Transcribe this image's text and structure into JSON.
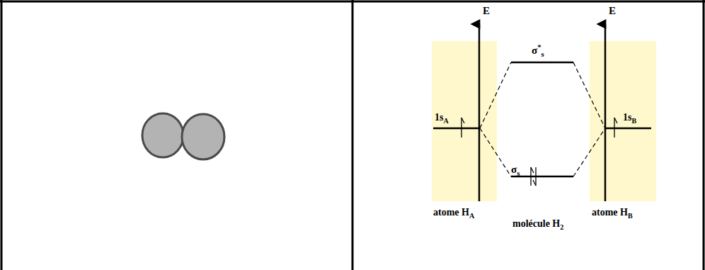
{
  "diagram": {
    "labels": [
      "E",
      "E",
      "σ*s",
      "1sA",
      "1sB",
      "σs",
      "atome HA",
      "molécule H2",
      "atome HB"
    ]
  }
}
